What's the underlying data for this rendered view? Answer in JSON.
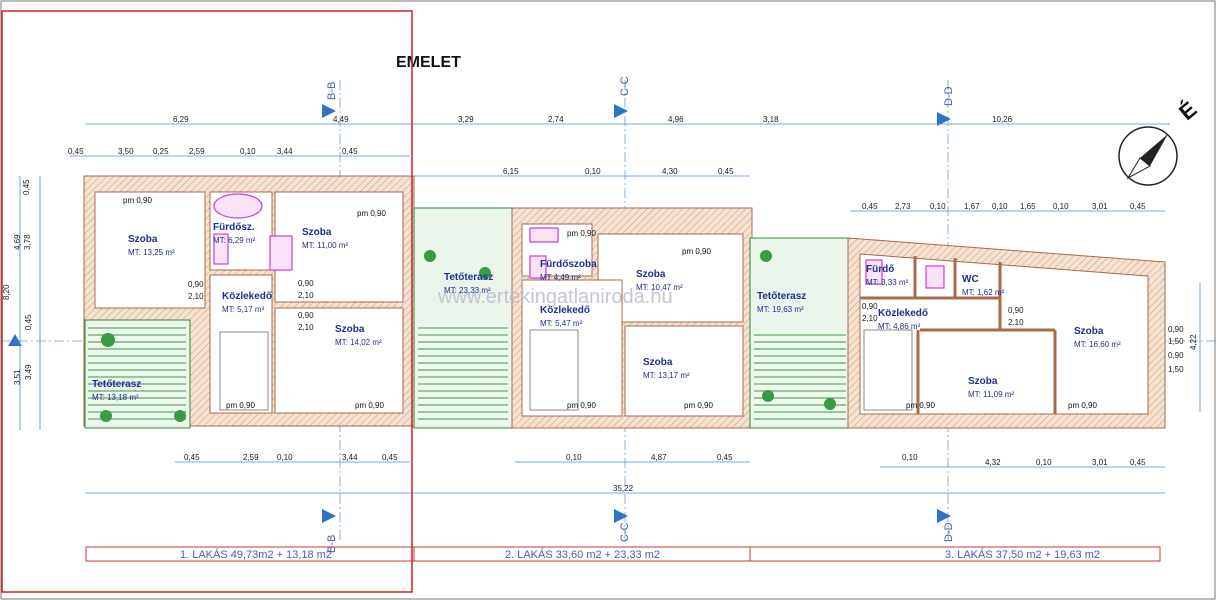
{
  "title": "EMELET",
  "north": "É",
  "sections": {
    "bb": "B-B",
    "cc": "C-C",
    "dd": "D-D"
  },
  "watermark": "www.ertekingatlaniroda.hu",
  "apartments": [
    {
      "label": "1. LAKÁS  49,73m2 + 13,18 m2"
    },
    {
      "label": "2. LAKÁS  33,60 m2 + 23,33 m2"
    },
    {
      "label": "3. LAKÁS  37,50 m2 + 19,63 m2"
    }
  ],
  "rooms": [
    {
      "name": "Szoba",
      "area": "MT: 13,25 m²"
    },
    {
      "name": "Fürdősz.",
      "area": "MT: 6,29 m²"
    },
    {
      "name": "Szoba",
      "area": "MT: 11,00 m²"
    },
    {
      "name": "Közlekedő",
      "area": "MT:    5,17 m²"
    },
    {
      "name": "Szoba",
      "area": "MT: 14,02 m²"
    },
    {
      "name": "Tetőterasz",
      "area": "MT: 13,18 m²"
    },
    {
      "name": "Tetőterasz",
      "area": "MT: 23,33 m²"
    },
    {
      "name": "Fürdőszoba",
      "area": "MT    4,49 m²"
    },
    {
      "name": "Közlekedő",
      "area": "MT:   5,47 m²"
    },
    {
      "name": "Szoba",
      "area": "MT: 10,47 m²"
    },
    {
      "name": "Szoba",
      "area": "MT: 13,17 m²"
    },
    {
      "name": "Tetőterasz",
      "area": "MT: 19,63 m²"
    },
    {
      "name": "Fürdő",
      "area": "MT: 3,33 m²"
    },
    {
      "name": "WC",
      "area": "MT: 1,62 m²"
    },
    {
      "name": "Közlekedő",
      "area": "MT:  4,86 m²"
    },
    {
      "name": "Szoba",
      "area": "MT: 16,60 m²"
    },
    {
      "name": "Szoba",
      "area": "MT: 11,09 m²"
    }
  ],
  "top_dims": [
    "6,29",
    "4,49",
    "3,29",
    "2,74",
    "4,96",
    "3,18",
    "10,26"
  ],
  "top_dims2": [
    "0,45",
    "3,50",
    "0,25",
    "2,59",
    "0,10",
    "3,44",
    "0,45"
  ],
  "mid_dims": [
    "6,15",
    "0,10",
    "4,30",
    "0,45"
  ],
  "right_top_dims": [
    "0,45",
    "2,73",
    "0,10",
    "1,67",
    "0,10",
    "1,65",
    "0,10",
    "3,01",
    "0,45"
  ],
  "bottom_dims": [
    "0,45",
    "2,59",
    "0,10",
    "3,44",
    "0,45",
    "0,10",
    "4,87",
    "0,45",
    "0,10",
    "4,32",
    "0,10",
    "3,01",
    "0,45"
  ],
  "total_dim": "35,22",
  "left_dims": [
    "8,20",
    "4,69",
    "3,51",
    "0,45",
    "3,78",
    "0,45",
    "3,49"
  ],
  "right_dims": [
    "4,22",
    "0,90",
    "1,50",
    "0,90",
    "1,50"
  ],
  "pm_labels": [
    "pm 0,90",
    "pm 0,90",
    "pm 0,90",
    "pm 0,90",
    "pm 0,90",
    "pm 0,90",
    "pm 0,90",
    "pm 0,90",
    "pm 0,90",
    "pm 0,90"
  ],
  "door_dims": [
    "0,90",
    "2,10"
  ],
  "colors": {
    "border": "#cc2222",
    "wall": "#a86b4a",
    "terrace": "#2f8a3a",
    "dimension": "#4c8fd0",
    "sanitary": "#d23ad6",
    "label": "#1f2f8f"
  }
}
